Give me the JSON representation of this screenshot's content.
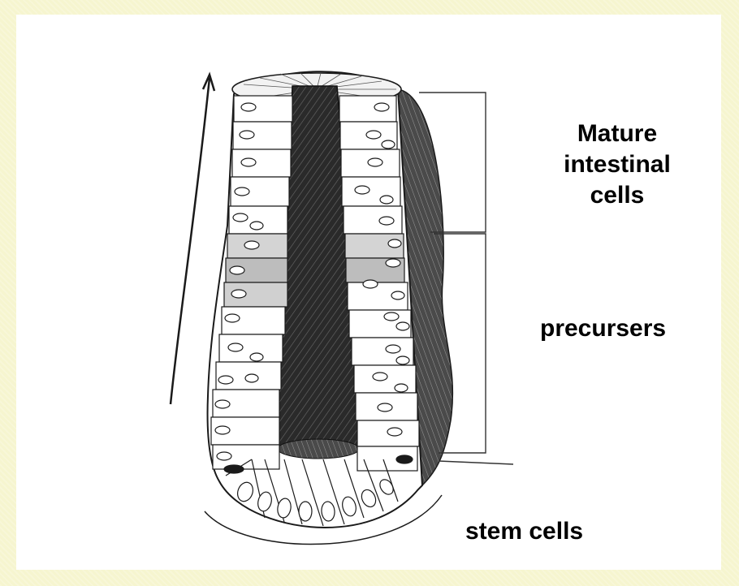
{
  "labels": {
    "mature": [
      "Mature",
      "intestinal",
      "cells"
    ],
    "precursors": "precursers",
    "stem": "stem cells"
  },
  "colors": {
    "background": "#f6f5cf",
    "panel": "#ffffff",
    "ink": "#1a1a1a",
    "shaded_cells": "#bdbdbd"
  }
}
